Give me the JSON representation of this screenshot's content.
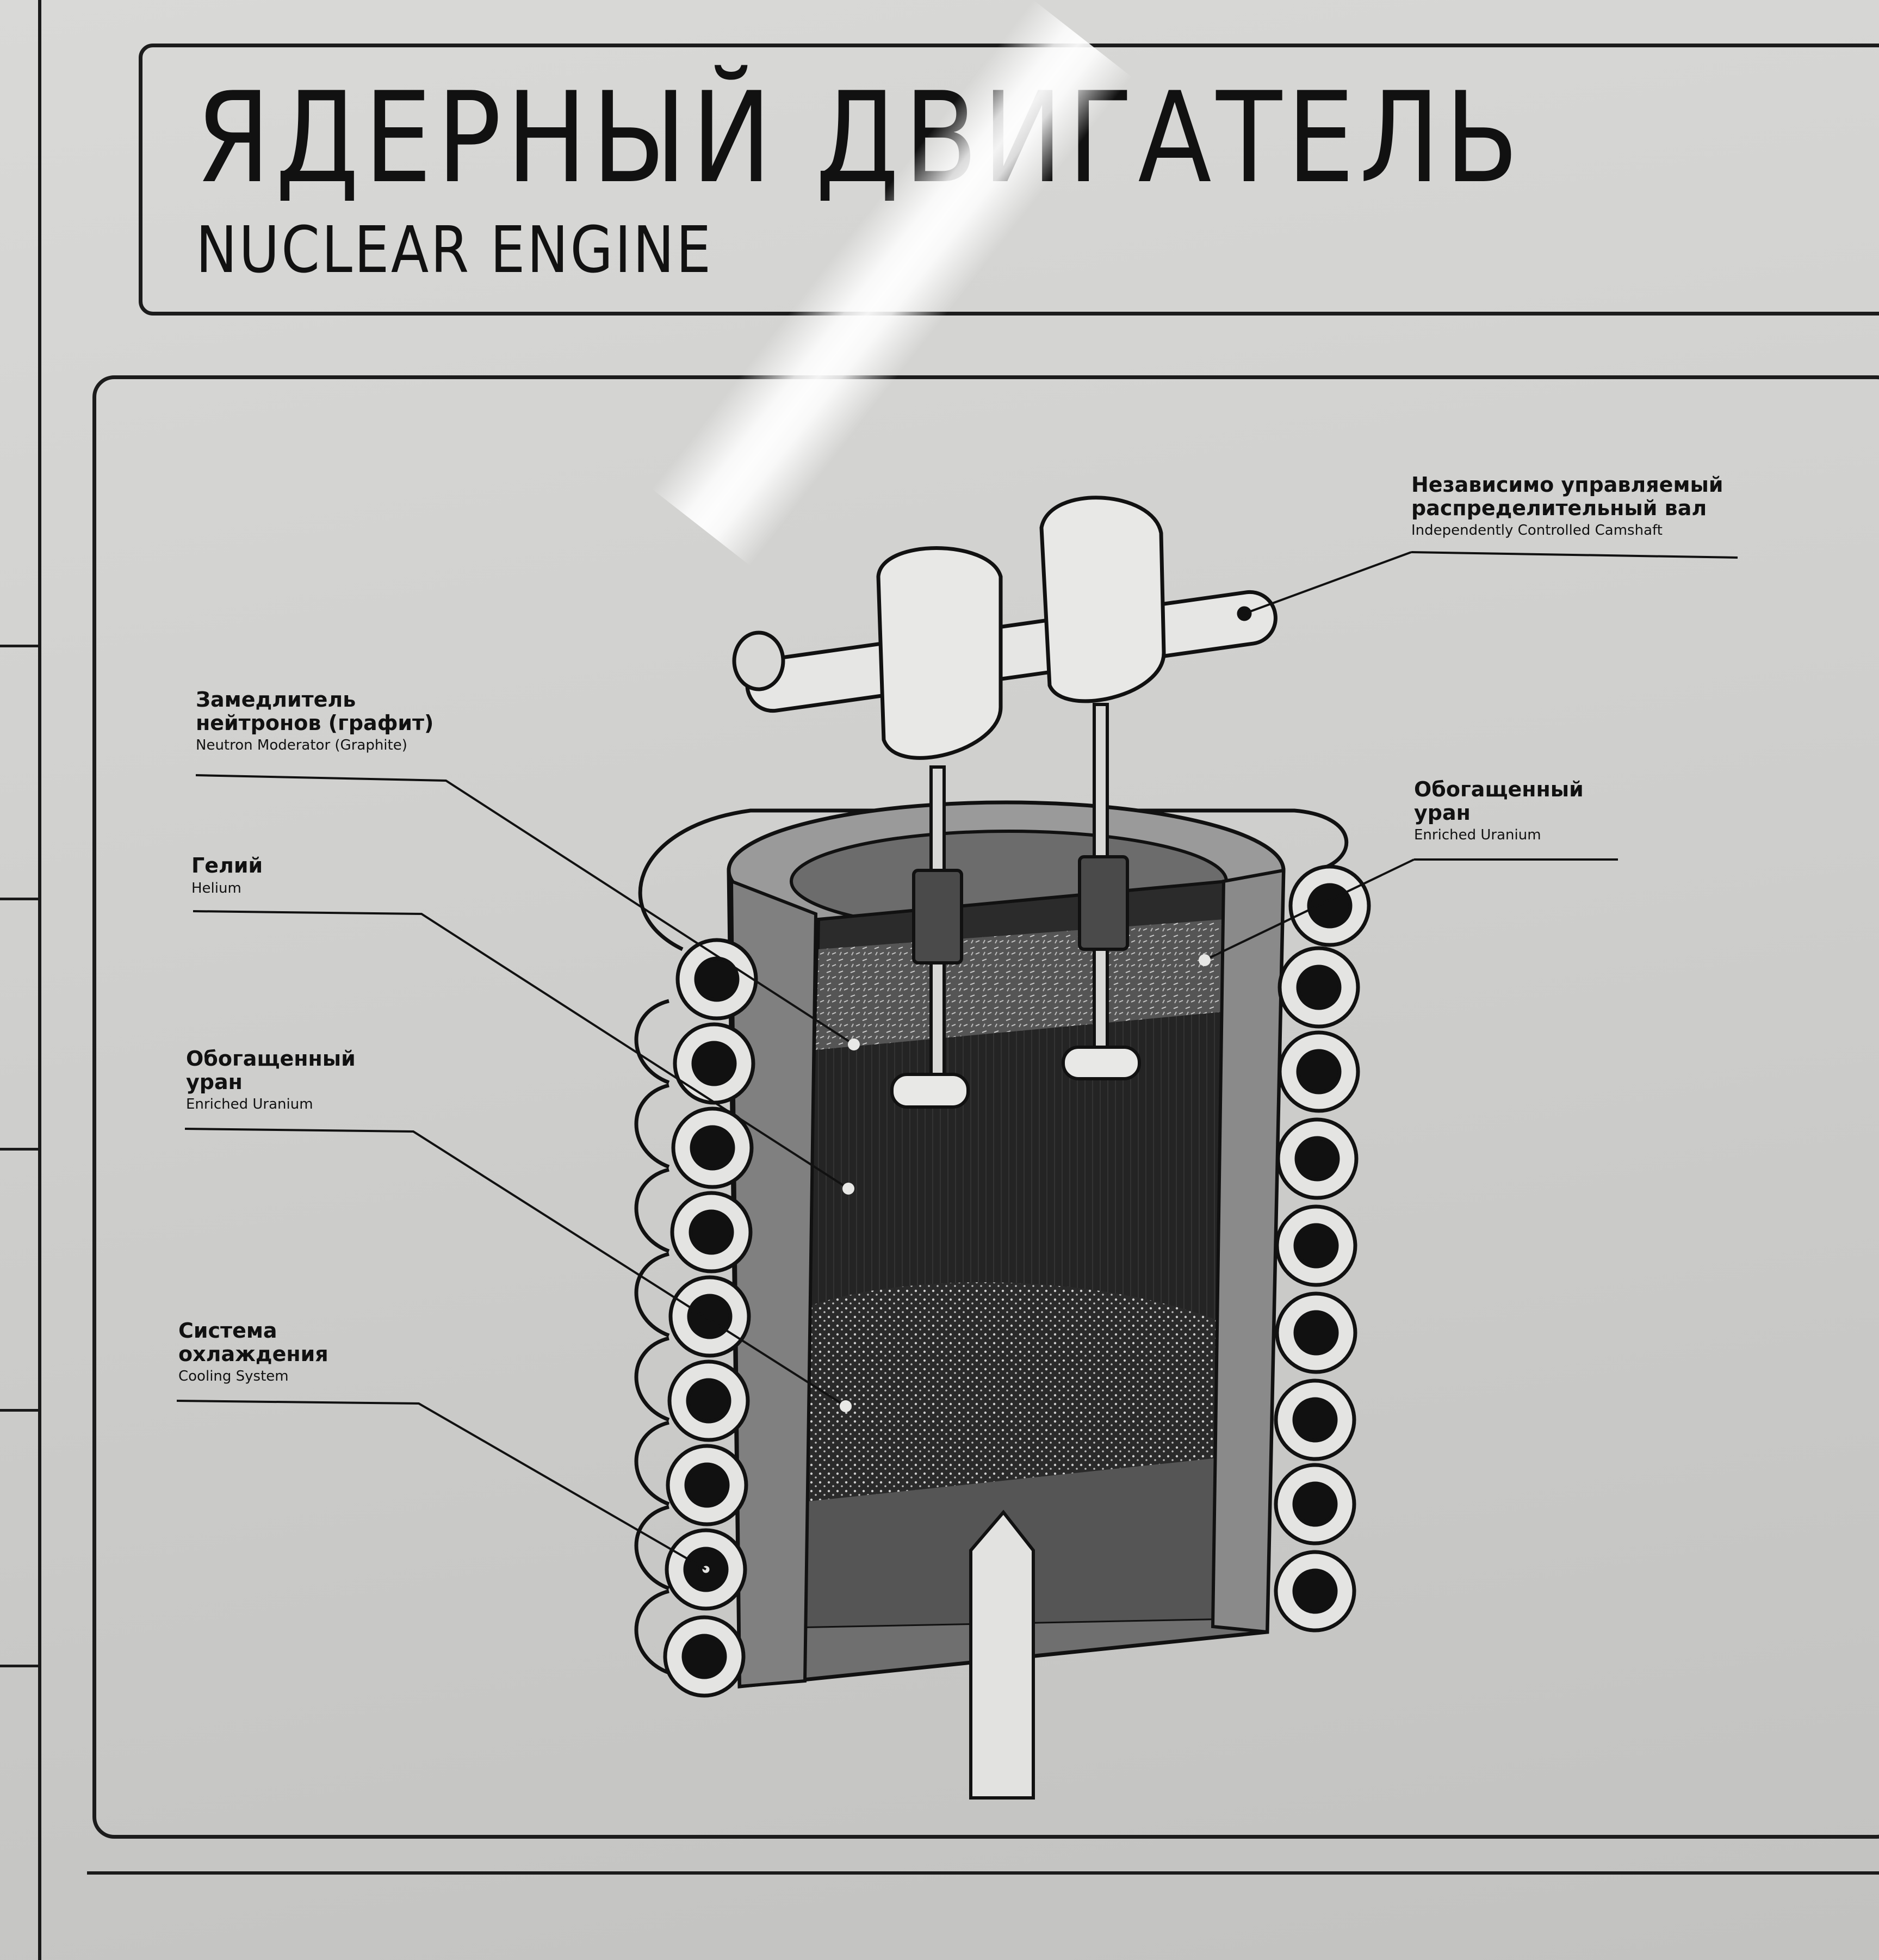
{
  "title": {
    "ru": "ЯДЕРНЫЙ ДВИГАТЕЛЬ",
    "en": "NUCLEAR ENGINE"
  },
  "labels": {
    "camshaft": {
      "ru_line1": "Независимо управляемый",
      "ru_line2": "распределительный вал",
      "en": "Independently Controlled Camshaft"
    },
    "moderator": {
      "ru_line1": "Замедлитель",
      "ru_line2": "нейтронов (графит)",
      "en": "Neutron Moderator (Graphite)"
    },
    "helium": {
      "ru_line1": "Гелий",
      "en": "Helium"
    },
    "uranium_left": {
      "ru_line1": "Обогащенный",
      "ru_line2": "уран",
      "en": "Enriched Uranium"
    },
    "uranium_right": {
      "ru_line1": "Обогащенный",
      "ru_line2": "уран",
      "en": "Enriched Uranium"
    },
    "cooling": {
      "ru_line1": "Система",
      "ru_line2": "охлаждения",
      "en": "Cooling System"
    }
  },
  "colors": {
    "ink": "#111111",
    "paper": "#d6d6d4",
    "wall": "#7a7a7a",
    "core_dark": "#262626",
    "coil_fill": "#e4e4e2"
  }
}
